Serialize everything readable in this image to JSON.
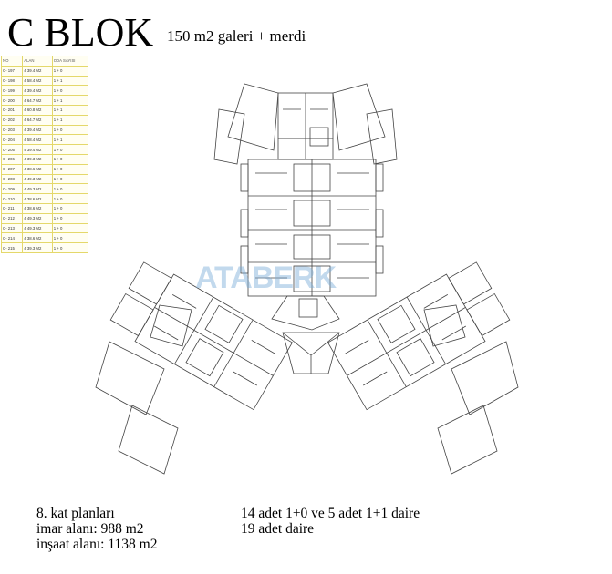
{
  "header": {
    "title": "C BLOK",
    "subtitle": "150 m2 galeri + merdi"
  },
  "unit_table": {
    "columns": [
      "NO",
      "ALAN",
      "ODA SAYISI"
    ],
    "rows": [
      [
        "C- 197",
        "4 39.4 M2",
        "1 + 0"
      ],
      [
        "C- 198",
        "4 58.4 M2",
        "1 + 1"
      ],
      [
        "C- 199",
        "4 39.4 M2",
        "1 + 0"
      ],
      [
        "C- 200",
        "4 64.7 M2",
        "1 + 1"
      ],
      [
        "C- 201",
        "4 60.8 M2",
        "1 + 1"
      ],
      [
        "C- 202",
        "4 64.7 M2",
        "1 + 1"
      ],
      [
        "C- 203",
        "4 39.4 M2",
        "1 + 0"
      ],
      [
        "C- 204",
        "4 58.4 M2",
        "1 + 1"
      ],
      [
        "C- 205",
        "4 39.4 M2",
        "1 + 0"
      ],
      [
        "C- 206",
        "4 39.3 M2",
        "1 + 0"
      ],
      [
        "C- 207",
        "4 38.6 M2",
        "1 + 0"
      ],
      [
        "C- 208",
        "4 49.3 M2",
        "1 + 0"
      ],
      [
        "C- 209",
        "4 49.3 M2",
        "1 + 0"
      ],
      [
        "C- 210",
        "4 38.6 M2",
        "1 + 0"
      ],
      [
        "C- 211",
        "4 38.6 M2",
        "1 + 0"
      ],
      [
        "C- 212",
        "4 49.3 M2",
        "1 + 0"
      ],
      [
        "C- 213",
        "4 49.3 M2",
        "1 + 0"
      ],
      [
        "C- 214",
        "4 38.6 M2",
        "1 + 0"
      ],
      [
        "C- 215",
        "4 39.3 M2",
        "1 + 0"
      ]
    ]
  },
  "watermark": "ATABERK",
  "footer": {
    "left": [
      "8. kat planları",
      "imar alanı: 988 m2",
      "inşaat alanı: 1138 m2"
    ],
    "right": [
      "14 adet 1+0 ve 5 adet 1+1 daire",
      "19 adet daire"
    ]
  },
  "colors": {
    "line": "#444444",
    "table_border": "#e4d86a",
    "watermark": "#78aad7"
  }
}
